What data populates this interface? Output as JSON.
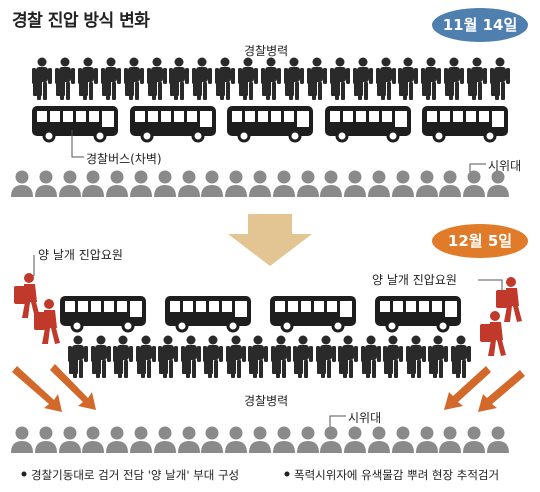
{
  "title": "경찰 진압 방식 변화",
  "section1": {
    "date": "11월 14일",
    "date_color": "#4f7fae",
    "police_label": "경찰병력",
    "bus_label": "경찰버스(차벽)",
    "protester_label": "시위대"
  },
  "section2": {
    "date": "12월 5일",
    "date_color": "#e07b2a",
    "left_squad_label": "양 날개 진압요원",
    "right_squad_label": "양 날개 진압요원",
    "police_label": "경찰병력",
    "protester_label": "시위대"
  },
  "footnotes": [
    "경찰기동대로 검거 전담 '양 날개' 부대 구성",
    "폭력시위자에 유색물감 뿌려 현장 추적검거"
  ],
  "colors": {
    "figure": "#2a2a2a",
    "protester": "#8a8a8a",
    "bus": "#1e1e1e",
    "arrow_down": "#e3c493",
    "arrow_diag": "#d2692a",
    "squad": "#c0392b"
  }
}
